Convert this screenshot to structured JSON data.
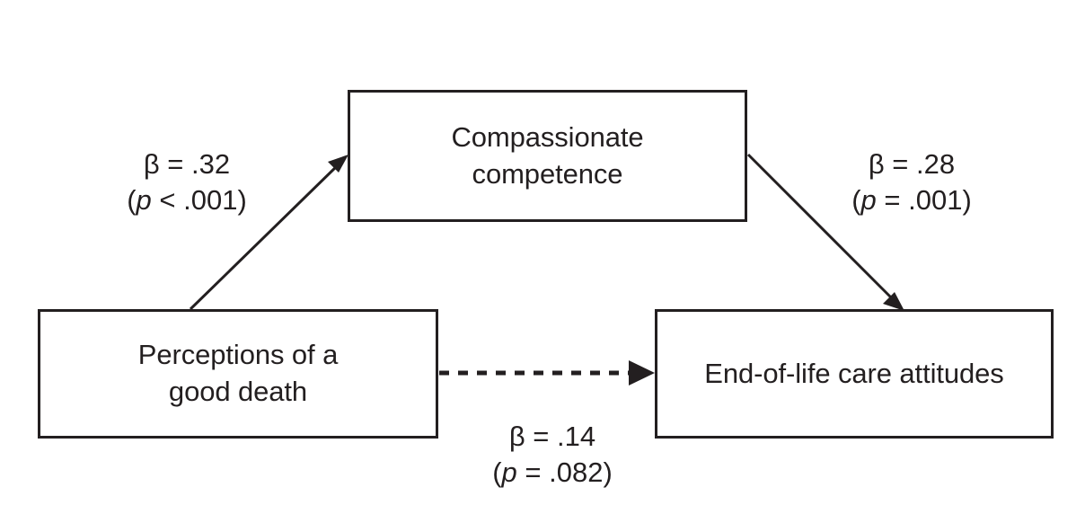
{
  "figure": {
    "type": "mediation-path-diagram",
    "background_color": "#ffffff",
    "ink_color": "#231f20"
  },
  "nodes": {
    "predictor": {
      "id": "perceptions-of-a-good-death",
      "label": "Perceptions of a\ngood death",
      "role": "independent variable"
    },
    "mediator": {
      "id": "compassionate-competence",
      "label": "Compassionate\ncompetence",
      "role": "mediator"
    },
    "outcome": {
      "id": "end-of-life-care-attitudes",
      "label": "End-of-life care attitudes",
      "role": "dependent variable"
    }
  },
  "paths": {
    "a_path": {
      "from": "predictor",
      "to": "mediator",
      "line_style": "solid",
      "coefficient": "β = .32",
      "p_value_prefix": "(",
      "p_symbol": "p",
      "p_value": " < .001)"
    },
    "b_path": {
      "from": "mediator",
      "to": "outcome",
      "line_style": "solid",
      "coefficient": "β = .28",
      "p_value_prefix": "(",
      "p_symbol": "p",
      "p_value": " = .001)"
    },
    "c_path": {
      "from": "predictor",
      "to": "outcome",
      "line_style": "dashed",
      "coefficient": "β = .14",
      "p_value_prefix": "(",
      "p_symbol": "p",
      "p_value": " = .082)"
    }
  },
  "chart_data": {
    "type": "diagram",
    "title": "",
    "nodes": [
      "Perceptions of a good death",
      "Compassionate competence",
      "End-of-life care attitudes"
    ],
    "edges": [
      {
        "from": "Perceptions of a good death",
        "to": "Compassionate competence",
        "beta": 0.32,
        "p": "<.001",
        "style": "solid"
      },
      {
        "from": "Compassionate competence",
        "to": "End-of-life care attitudes",
        "beta": 0.28,
        "p": "=.001",
        "style": "solid"
      },
      {
        "from": "Perceptions of a good death",
        "to": "End-of-life care attitudes",
        "beta": 0.14,
        "p": "=.082",
        "style": "dashed"
      }
    ]
  }
}
